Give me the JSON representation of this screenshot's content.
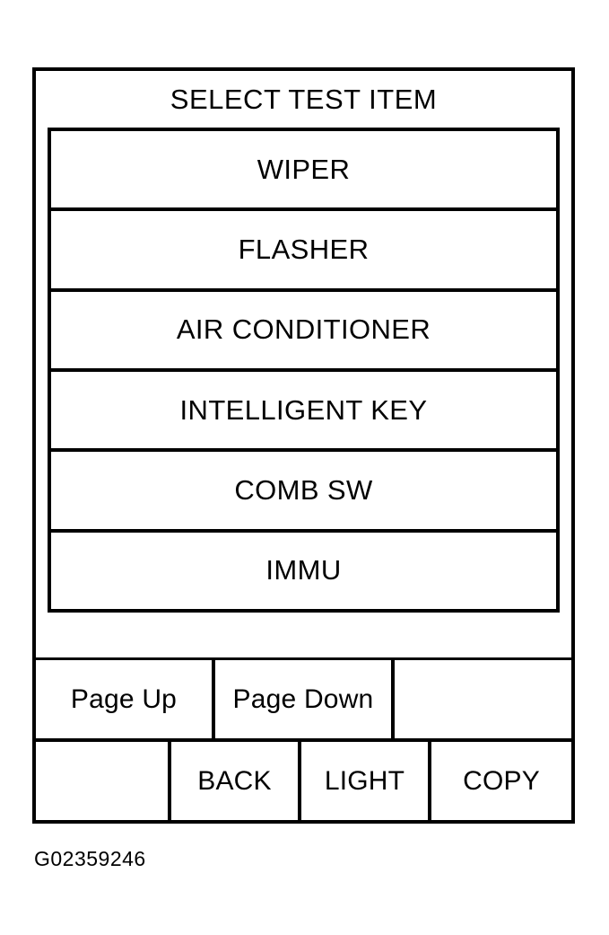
{
  "screen": {
    "title": "SELECT TEST ITEM",
    "test_items": [
      {
        "label": "WIPER"
      },
      {
        "label": "FLASHER"
      },
      {
        "label": "AIR CONDITIONER"
      },
      {
        "label": "INTELLIGENT KEY"
      },
      {
        "label": "COMB SW"
      },
      {
        "label": "IMMU"
      }
    ],
    "softkeys": {
      "top_row": [
        {
          "label": "Page Up"
        },
        {
          "label": "Page Down"
        },
        {
          "label": ""
        }
      ],
      "bottom_row": [
        {
          "label": ""
        },
        {
          "label": "BACK"
        },
        {
          "label": "LIGHT"
        },
        {
          "label": "COPY"
        }
      ]
    }
  },
  "figure": {
    "caption": "G02359246"
  },
  "colors": {
    "ink": "#000000",
    "paper": "#ffffff"
  }
}
